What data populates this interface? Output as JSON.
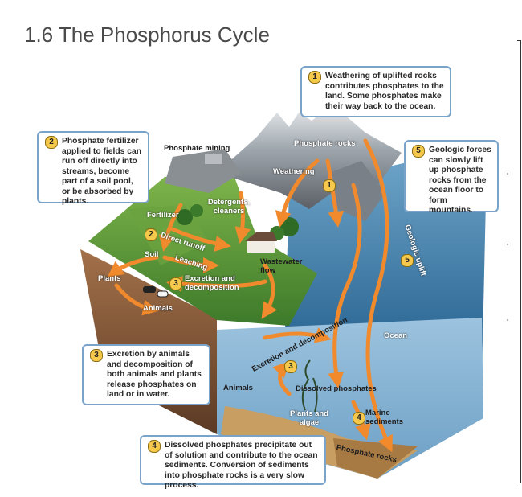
{
  "page": {
    "title": "1.6 The Phosphorus Cycle"
  },
  "callouts": {
    "weathering": {
      "num": "1",
      "text": "Weathering of uplifted rocks contributes phosphates to the land. Some phosphates make their way back to the ocean."
    },
    "fertilizer": {
      "num": "2",
      "text": "Phosphate fertilizer applied to fields can run off directly into streams, become part of a soil pool, or be absorbed by plants."
    },
    "excretion": {
      "num": "3",
      "text": "Excretion by animals and decomposition of both animals and plants release phosphates on land or in water."
    },
    "precipitate": {
      "num": "4",
      "text": "Dissolved phosphates precipitate out of solution and contribute to the ocean sediments. Conversion of sediments into phosphate rocks is a very slow process."
    },
    "geologic": {
      "num": "5",
      "text": "Geologic forces can slowly lift up phosphate rocks from the ocean floor to form mountains."
    }
  },
  "labels": {
    "phosphate_mining": "Phosphate mining",
    "phosphate_rocks_top": "Phosphate rocks",
    "weathering": "Weathering",
    "detergents": "Detergents, cleaners",
    "fertilizer": "Fertilizer",
    "direct_runoff": "Direct runoff",
    "soil": "Soil",
    "leaching": "Leaching",
    "plants": "Plants",
    "excretion_decomposition": "Excretion and decomposition",
    "animals_land": "Animals",
    "wastewater_flow": "Wastewater flow",
    "geologic_uplift": "Geologic uplift",
    "ocean": "Ocean",
    "excretion_decomposition_water": "Excretion and decomposition",
    "animals_water": "Animals",
    "dissolved_phosphates": "Dissolved phosphates",
    "plants_algae": "Plants and algae",
    "marine_sediments": "Marine sediments",
    "phosphate_rocks_bottom": "Phosphate rocks"
  },
  "markers": {
    "m1": "1",
    "m2": "2",
    "m3_land": "3",
    "m3_water": "3",
    "m4": "4",
    "m5": "5"
  },
  "colors": {
    "arrow": "#f08a2c",
    "callout_border": "#7aa3c9",
    "marker_fill": "#f6c94d",
    "ocean": "#2f6f9f",
    "land": "#5f9a3b",
    "soil": "#8a5a3a"
  }
}
